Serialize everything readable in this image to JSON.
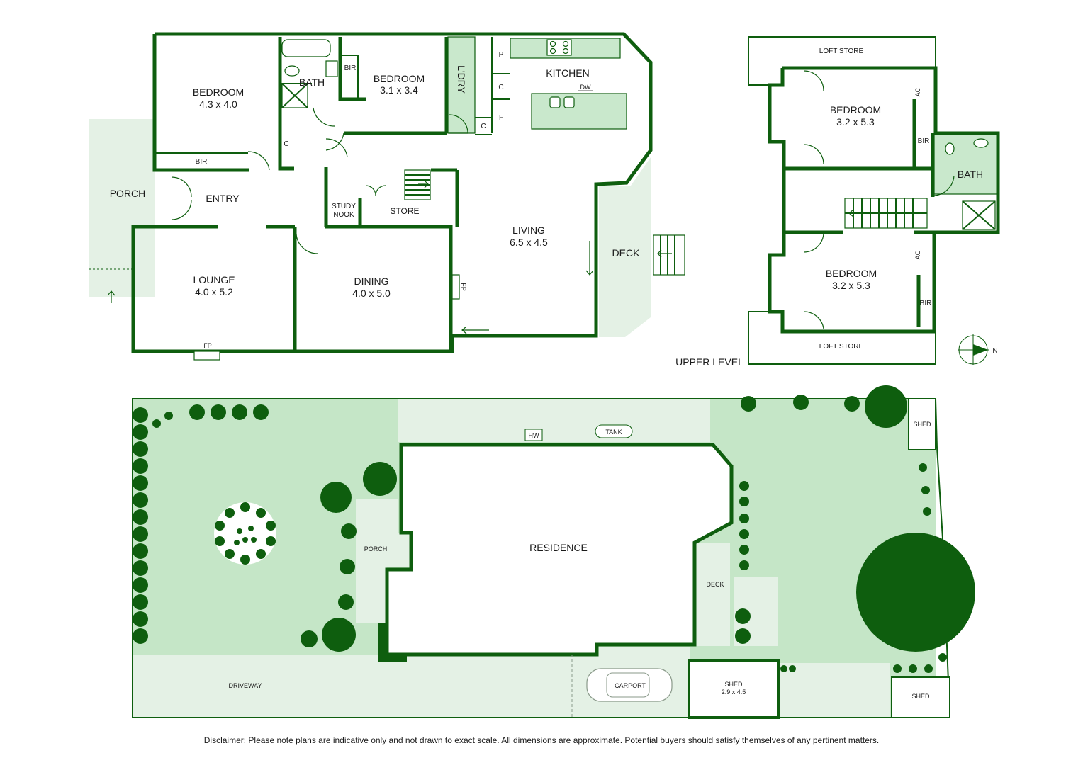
{
  "ground_floor": {
    "bedroom1": {
      "name": "BEDROOM",
      "dims": "4.3 x 4.0"
    },
    "bedroom2": {
      "name": "BEDROOM",
      "dims": "3.1 x 3.4"
    },
    "bath": "BATH",
    "bir": "BIR",
    "c": "C",
    "p": "P",
    "f": "F",
    "laundry": "L'DRY",
    "kitchen": "KITCHEN",
    "dw": "DW",
    "porch": "PORCH",
    "entry": "ENTRY",
    "study_nook_line1": "STUDY",
    "study_nook_line2": "NOOK",
    "store": "STORE",
    "living": {
      "name": "LIVING",
      "dims": "6.5 x 4.5"
    },
    "deck": "DECK",
    "lounge": {
      "name": "LOUNGE",
      "dims": "4.0 x 5.2"
    },
    "dining": {
      "name": "DINING",
      "dims": "4.0 x 5.0"
    },
    "fp": "FP"
  },
  "upper_level": {
    "title": "UPPER LEVEL",
    "loft_store": "LOFT STORE",
    "bedroom1": {
      "name": "BEDROOM",
      "dims": "3.2 x 5.3"
    },
    "bedroom2": {
      "name": "BEDROOM",
      "dims": "3.2 x 5.3"
    },
    "ac": "AC",
    "bir": "BIR",
    "bath": "BATH"
  },
  "compass": {
    "north": "N"
  },
  "site": {
    "residence": "RESIDENCE",
    "porch": "PORCH",
    "deck": "DECK",
    "hw": "HW",
    "tank": "TANK",
    "shed": "SHED",
    "shed_main": "SHED",
    "shed_dims": "2.9 x 4.5",
    "driveway": "DRIVEWAY",
    "carport": "CARPORT"
  },
  "disclaimer": "Disclaimer: Please note plans are indicative only and not drawn to exact scale. All dimensions are approximate. Potential buyers should satisfy themselves of any pertinent matters.",
  "colors": {
    "wall": "#0e5e0e",
    "lawn": "#c5e6c7",
    "paving": "#e4f1e5",
    "tree": "#0e5e0e"
  }
}
